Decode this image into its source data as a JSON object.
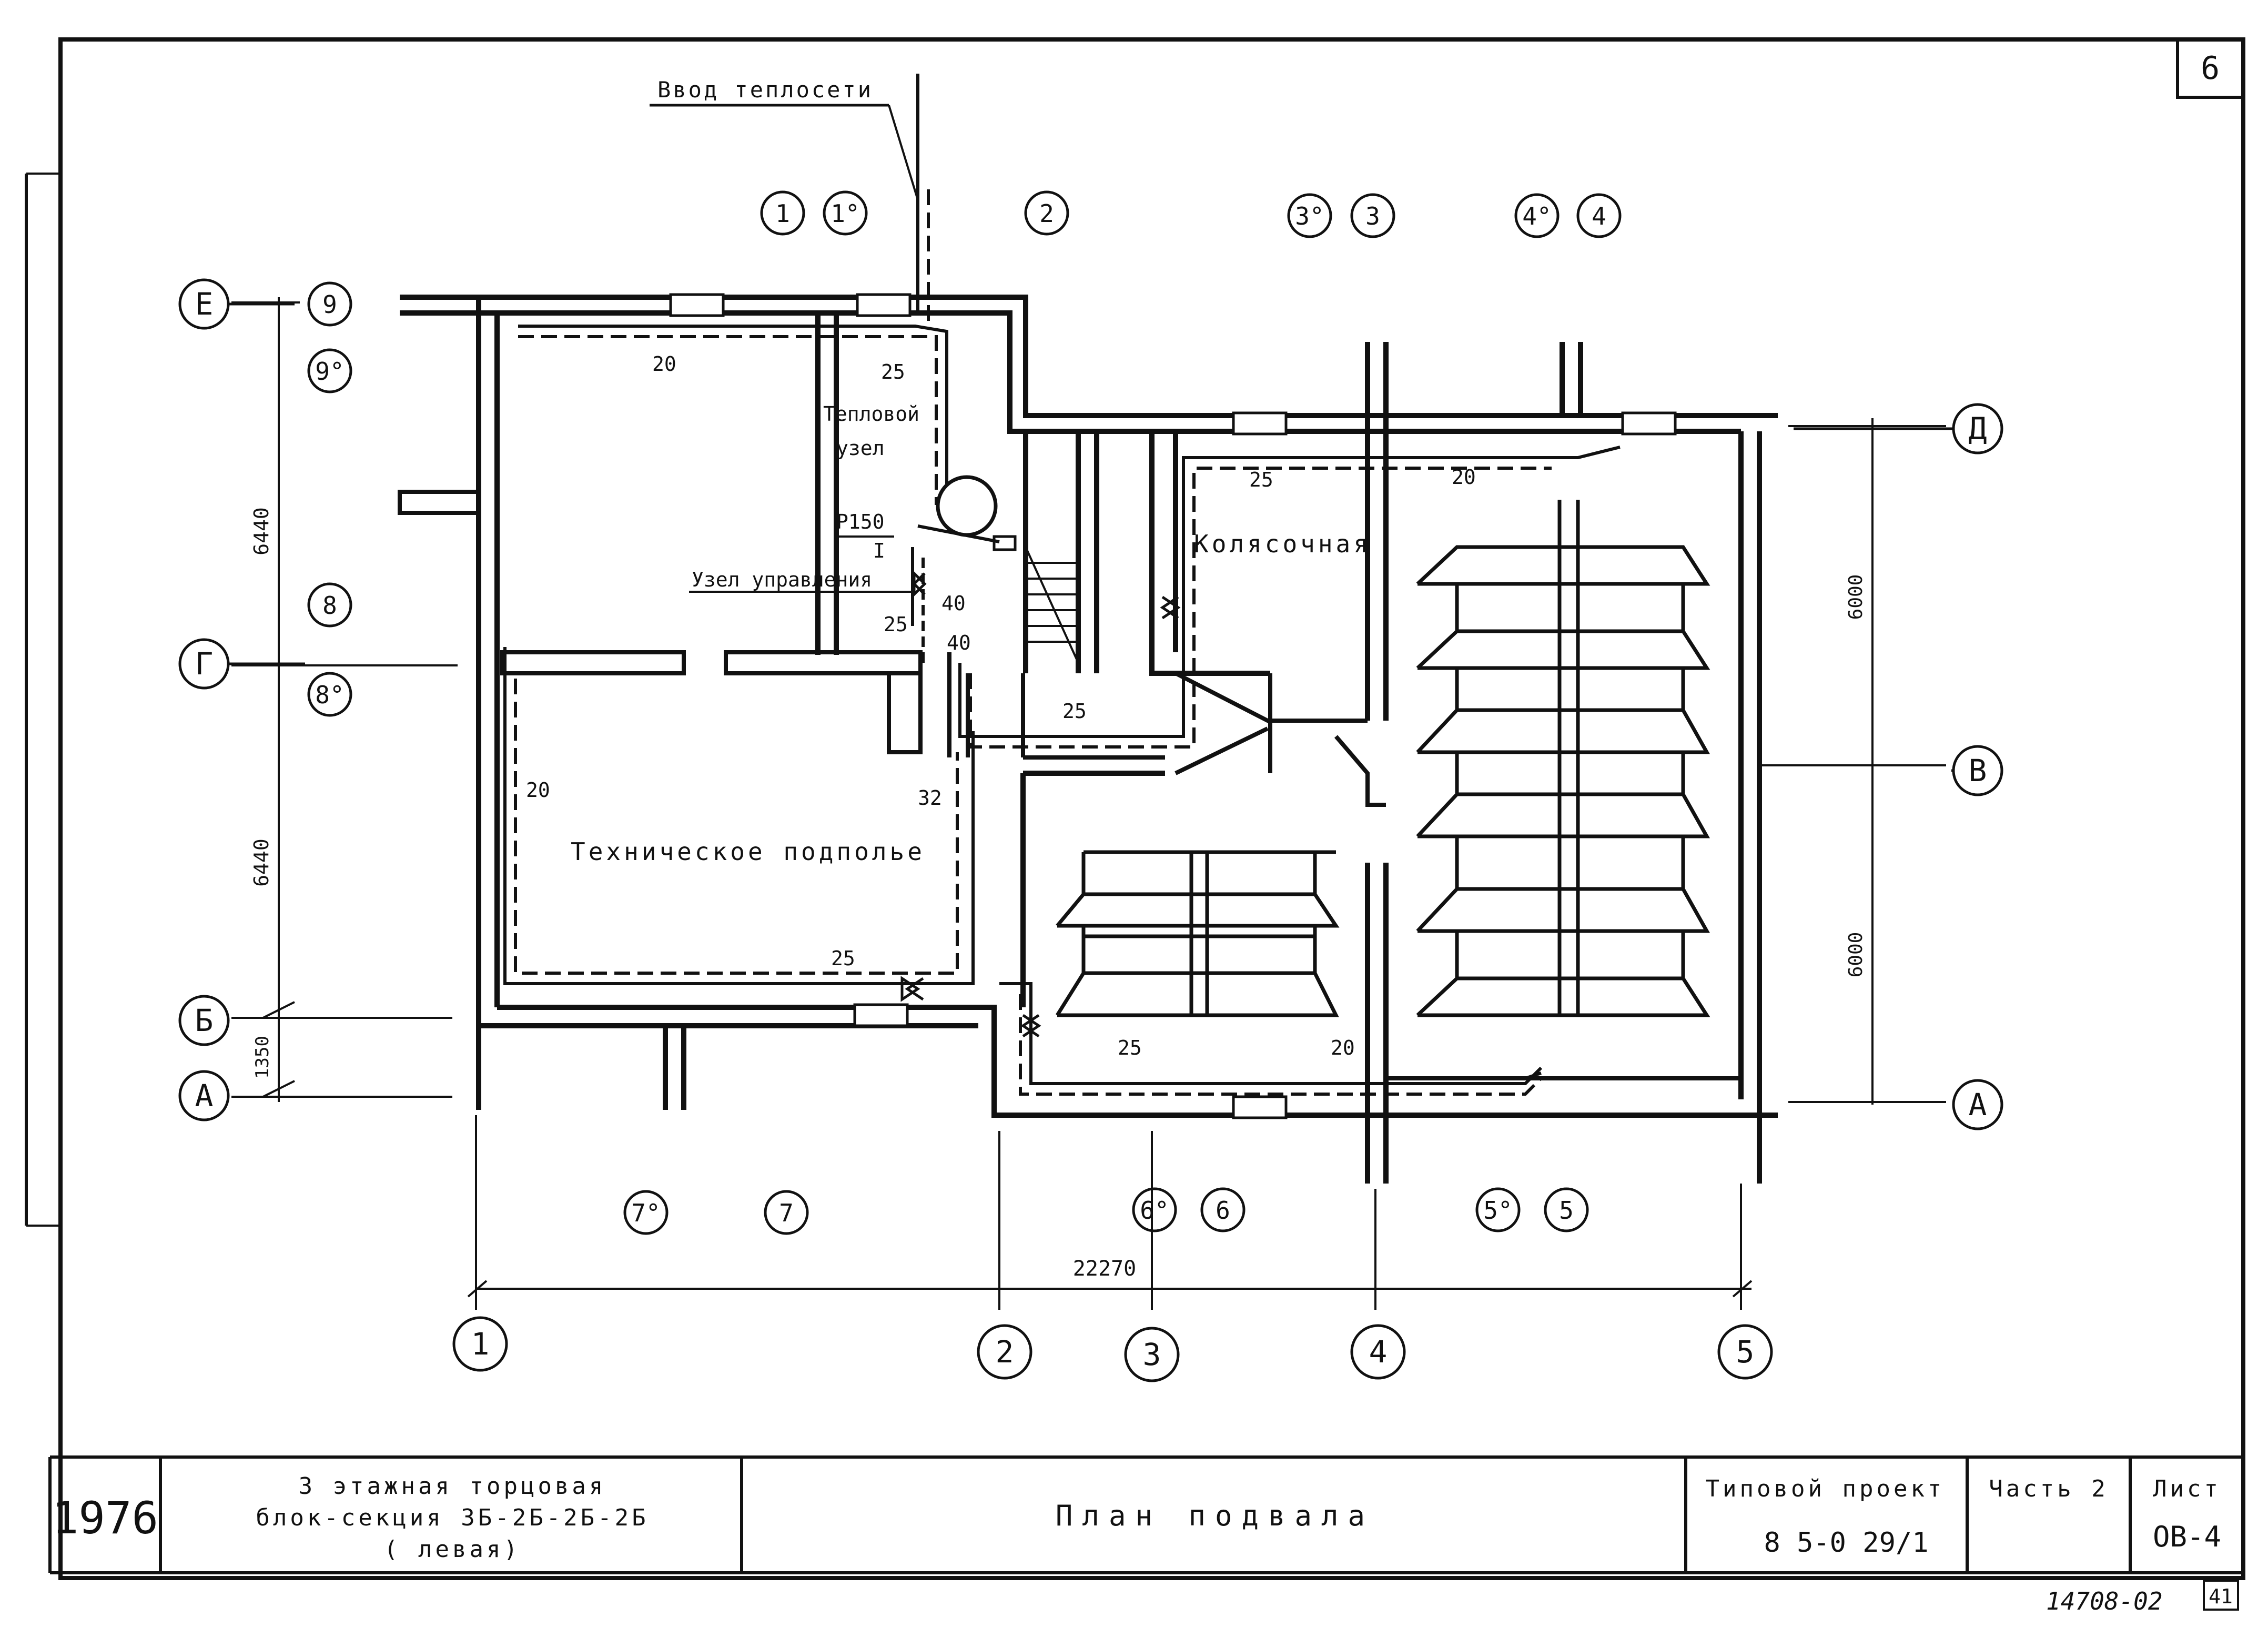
{
  "sheet_number": "6",
  "heat_entry_label": "Ввод теплосети",
  "rooms": {
    "heat_node": [
      "Тепловой",
      "узел"
    ],
    "control_node": "Узел управления",
    "pipe_ref": "Р150",
    "pipe_ref_sub": "I",
    "stroller_room": "Колясочная",
    "tech_underfloor": "Техническое подполье"
  },
  "axes_letter": [
    "Е",
    "Д",
    "Г",
    "В",
    "Б",
    "А",
    "А"
  ],
  "axes_number": [
    "1",
    "2",
    "3",
    "4",
    "5"
  ],
  "section_marks": {
    "top": [
      "1",
      "1°",
      "2",
      "3°",
      "3",
      "4°",
      "4"
    ],
    "left": [
      "9",
      "9°",
      "8",
      "8°"
    ],
    "bottom": [
      "7°",
      "7",
      "6°",
      "6",
      "5°",
      "5"
    ]
  },
  "dimensions": {
    "left_upper": "6440",
    "left_lower": "6440",
    "left_small": "1350",
    "right_upper": "6000",
    "right_lower": "6000",
    "bottom_total": "22270"
  },
  "pipe_sizes": [
    "20",
    "25",
    "40",
    "25",
    "40",
    "25",
    "32",
    "20",
    "25",
    "25",
    "20",
    "25",
    "20"
  ],
  "title_block": {
    "year": "1976",
    "desc_line1": "3 этажная торцовая",
    "desc_line2": "блок-секция 3Б-2Б-2Б-2Б",
    "desc_line3": "( левая)",
    "drawing_title": "План подвала",
    "project_label": "Типовой проект",
    "project_number": "8 5-0 29/1",
    "part": "Часть 2",
    "sheet_label": "Лист",
    "sheet_code": "ОВ-4"
  },
  "footer_code": "14708-02",
  "footer_mark": "41"
}
